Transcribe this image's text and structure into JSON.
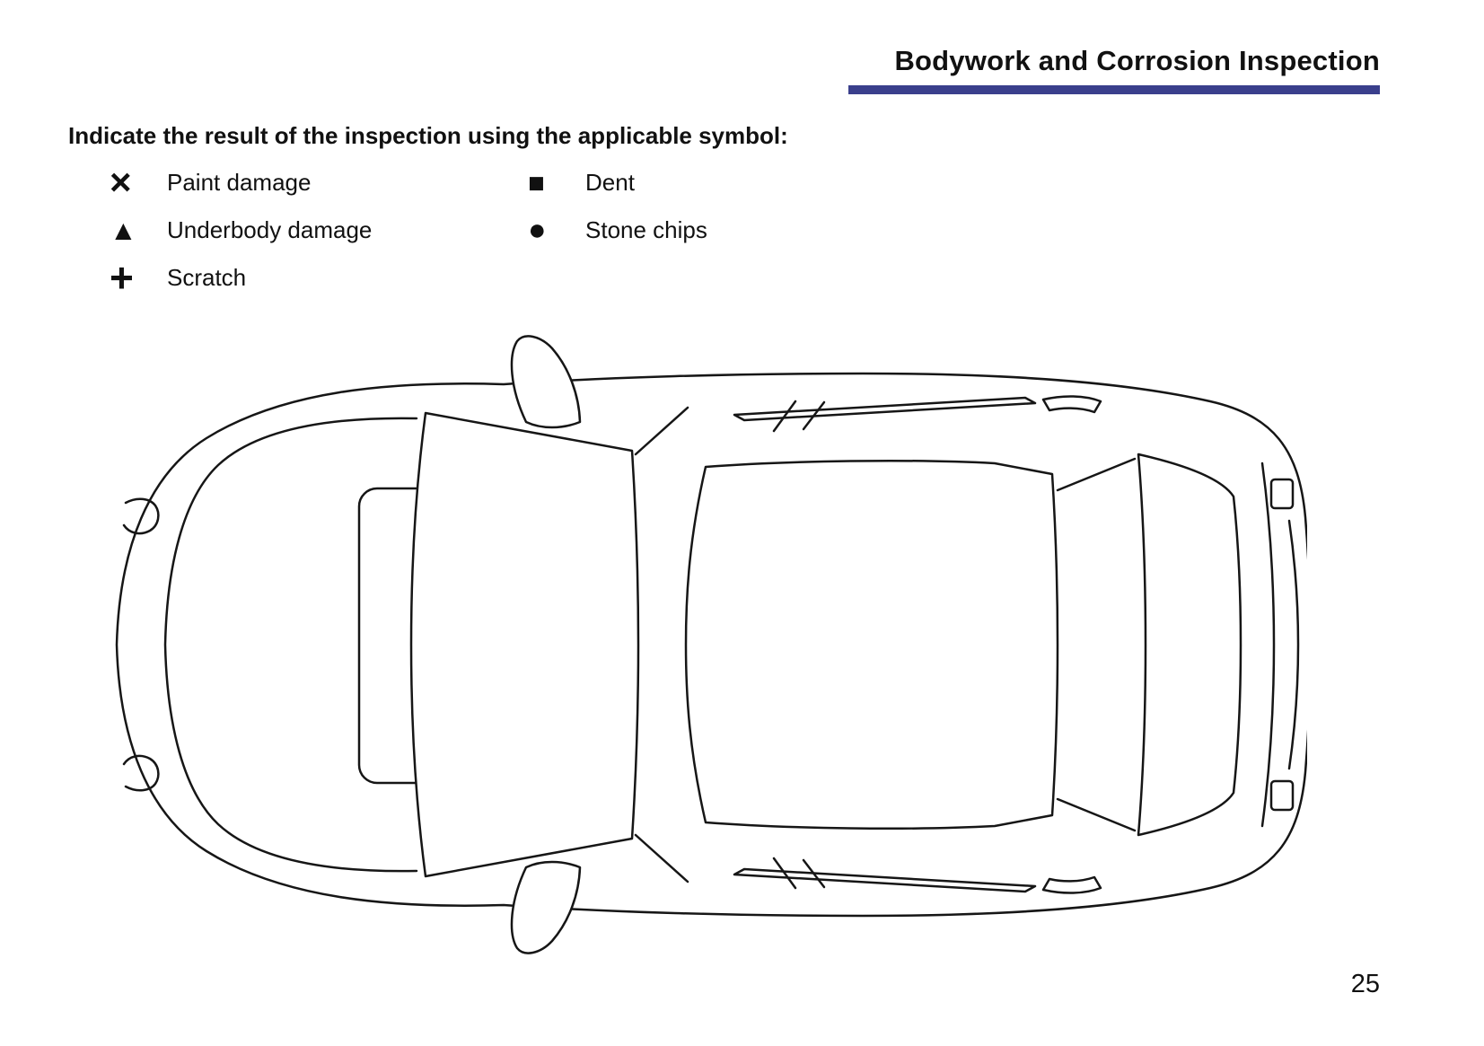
{
  "page": {
    "title": "Bodywork and Corrosion Inspection",
    "instruction": "Indicate the result of the inspection using the applicable symbol:",
    "page_number": "25",
    "accent_color": "#3a3f8c"
  },
  "legend": {
    "items": [
      {
        "symbol": "×",
        "label": "Paint damage",
        "icon": "x-mark"
      },
      {
        "symbol": "■",
        "label": "Dent",
        "icon": "filled-square"
      },
      {
        "symbol": "▲",
        "label": "Underbody damage",
        "icon": "filled-triangle"
      },
      {
        "symbol": "●",
        "label": "Stone chips",
        "icon": "filled-circle"
      },
      {
        "symbol": "+",
        "label": "Scratch",
        "icon": "plus"
      }
    ]
  },
  "diagram": {
    "description": "Top view line drawing of a car for marking inspection results"
  }
}
